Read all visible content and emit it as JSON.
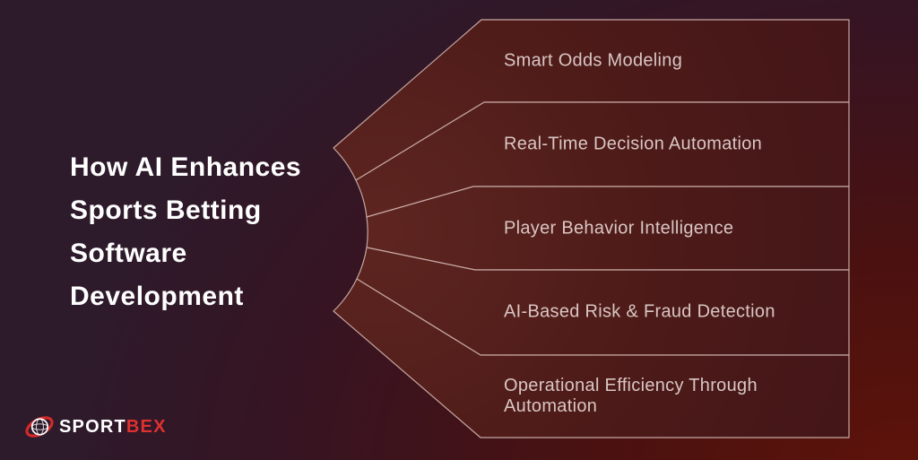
{
  "title": {
    "lines": [
      "How AI Enhances",
      "Sports Betting",
      "Software",
      "Development"
    ]
  },
  "diagram": {
    "items": [
      {
        "label": "Smart Odds Modeling"
      },
      {
        "label": "Real-Time Decision Automation"
      },
      {
        "label": "Player Behavior Intelligence"
      },
      {
        "label": "AI-Based Risk & Fraud Detection"
      },
      {
        "label": "Operational Efficiency Through Automation"
      }
    ]
  },
  "logo": {
    "brand_first": "SPORT",
    "brand_second": "BEX",
    "icon": "globe-swoosh-icon"
  },
  "colors": {
    "background-purple": "#2d1a2b",
    "background-red": "#5e130a",
    "panel-fill": "#4c1a18",
    "panel-border": "#c5a7a3",
    "panel-text": "#d9c6c3",
    "title-text": "#ffffff",
    "brand-red": "#e03030"
  }
}
